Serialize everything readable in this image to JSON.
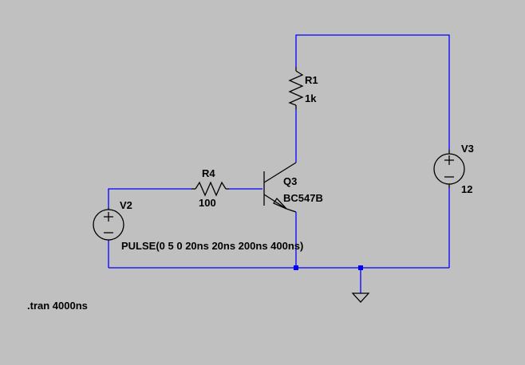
{
  "components": {
    "r1": {
      "name": "R1",
      "value": "1k"
    },
    "r4": {
      "name": "R4",
      "value": "100"
    },
    "q3": {
      "name": "Q3",
      "model": "BC547B"
    },
    "v2": {
      "name": "V2",
      "value": "PULSE(0 5 0 20ns 20ns 200ns 400ns)"
    },
    "v3": {
      "name": "V3",
      "value": "12"
    }
  },
  "directive": ".tran 4000ns",
  "colors": {
    "wire": "#0000ff",
    "component": "#000000",
    "background": "#c0c0c0"
  }
}
